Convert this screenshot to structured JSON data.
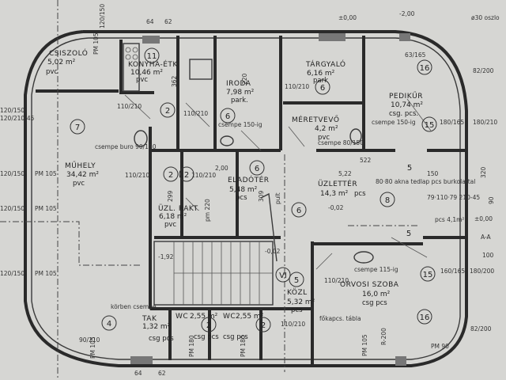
{
  "rooms": {
    "csiszolo": {
      "name": "CSISZOLÓ",
      "area": "5,02 m²",
      "floor": "pvc"
    },
    "konyha": {
      "name": "KONYHA-ÉTK",
      "area": "10,46 m²",
      "floor": "pvc",
      "num": "11"
    },
    "iroda": {
      "name": "IRODA",
      "area": "7,98 m²",
      "floor": "park."
    },
    "targyalo": {
      "name": "TÁRGYALÓ",
      "area": "6,16 m²",
      "floor": "park"
    },
    "pedikur": {
      "name": "PEDIKŰR",
      "area": "10,74 m²",
      "floor": "csg. pcs."
    },
    "meretvevo": {
      "name": "MÉRETVEVŐ",
      "area": "4,2 m²",
      "floor": "pvc"
    },
    "muhely": {
      "name": "MŰHELY",
      "area": "34,42 m²",
      "floor": "pvc",
      "num": "7"
    },
    "eladoter": {
      "name": "ELADÓTÉR",
      "area": "5,48 m²",
      "floor": "pcs"
    },
    "uzletter": {
      "name": "ÜZLETTÉR",
      "area": "14,3 m²",
      "floor": "pcs",
      "dim": "5,22"
    },
    "uzlrakt": {
      "name": "ÜZL. RAKT.",
      "area": "6,18 m²",
      "floor": "pvc"
    },
    "kozl": {
      "name": "KÖZL",
      "area": "5,32 m²",
      "floor": "pcs"
    },
    "orvosi": {
      "name": "ORVOSI SZOBA",
      "area": "16,0 m²",
      "floor": "csg pcs"
    },
    "wc1": {
      "name": "WC",
      "area": "2,55 m²",
      "floor": "csg pcs"
    },
    "wc2": {
      "name": "WC",
      "area": "2,55 m²",
      "floor": "csg pcs"
    },
    "tak": {
      "name": "TAK",
      "area": "1,32 m²",
      "floor": "csg pcs"
    }
  },
  "annotations": {
    "d120_150": "120/150",
    "pm105": "PM 105",
    "d110_210": "110/210",
    "d180_165": "180/165",
    "d180_210": "180/210",
    "d160_165": "160/165",
    "d180_200": "180/200",
    "d82_200": "82/200",
    "d63_165": "63/165",
    "d64": "64",
    "d62": "62",
    "d362": "362",
    "d220": "220",
    "d309": "309",
    "d299": "299",
    "d150": "150",
    "d320": "320",
    "d90": "90",
    "d100": "100",
    "r200": "R-200",
    "lvl000": "±0,00",
    "lvl002": "-0,02",
    "lvl192": "-1,92",
    "lvl200": "-2,00",
    "lvl2_00": "2,00",
    "d120_210_45": "120/210-45",
    "aa": "A-A",
    "pult": "pult",
    "csempe_buro": "csempe buro 90/150",
    "csempe_150": "csempe 150-ig",
    "csempe_115": "csempe 115-ig",
    "csempe_ugy": "csempe 80/150",
    "korben_csempe": "körben csempe",
    "fokapcs": "főkapcs. tábla",
    "akna": "80·80 akna tedlap pcs burkolattal",
    "d79": "79·110·79 210-45",
    "pcs41": "pcs 4,1m²",
    "oszlop": "ø30 oszlo",
    "d90_210": "90/210",
    "pm220": "pm 220",
    "d522": "522",
    "pm180": "PM 180",
    "pm90": "PM 90"
  },
  "circles": {
    "n2": "2",
    "n6": "6",
    "n5": "5",
    "n15": "15",
    "n16": "16",
    "n8": "8",
    "n4": "4",
    "nVI": "VI"
  }
}
